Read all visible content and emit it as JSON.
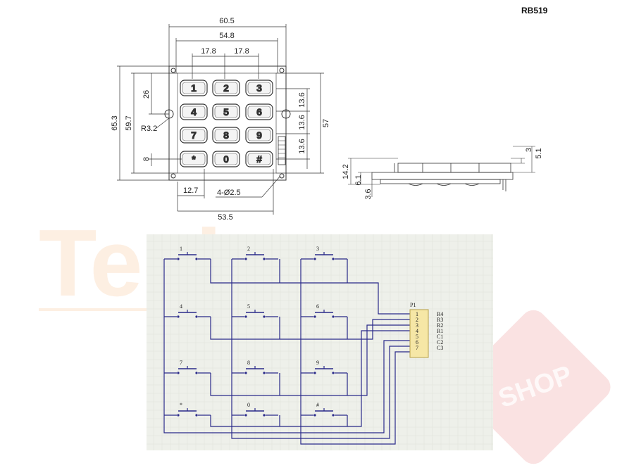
{
  "model": "RB519",
  "keys": [
    "1",
    "2",
    "3",
    "4",
    "5",
    "6",
    "7",
    "8",
    "9",
    "*",
    "0",
    "#"
  ],
  "keypad_drawing": {
    "dim_width_outer": "60.5",
    "dim_width_inner": "54.8",
    "dim_pitch_1": "17.8",
    "dim_pitch_2": "17.8",
    "dim_height_outer": "65.3",
    "dim_height_inner": "59.7",
    "dim_height_right": "57",
    "dim_26": "26",
    "dim_row_pitch_1": "13.6",
    "dim_row_pitch_2": "13.6",
    "dim_row_pitch_3": "13.6",
    "dim_8": "8",
    "dim_radius": "R3.2",
    "dim_12_7": "12.7",
    "dim_holes": "4-Ø2.5",
    "dim_53_5": "53.5"
  },
  "side_view": {
    "dim_3": "3",
    "dim_5_1": "5.1",
    "dim_14_2": "14.2",
    "dim_6_1": "6.1",
    "dim_3_6": "3.6"
  },
  "schematic": {
    "switch_labels": [
      "1",
      "2",
      "3",
      "4",
      "5",
      "6",
      "7",
      "8",
      "9",
      "*",
      "0",
      "#"
    ],
    "connector": {
      "name": "P1",
      "pins": [
        "1",
        "2",
        "3",
        "4",
        "5",
        "6",
        "7"
      ],
      "signals": [
        "R4",
        "R3",
        "R2",
        "R1",
        "C1",
        "C2",
        "C3"
      ]
    }
  },
  "watermark": {
    "text": "Techome",
    "shop": "SHOP"
  }
}
